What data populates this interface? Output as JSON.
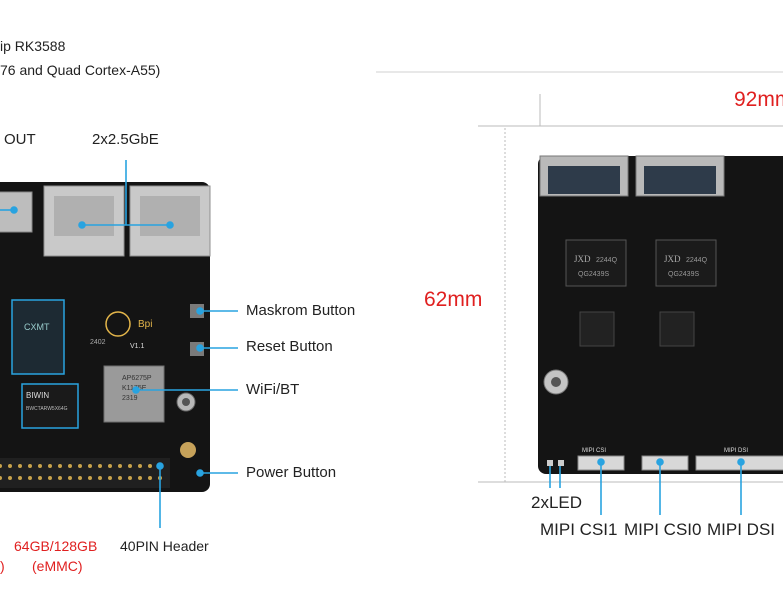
{
  "left_diagram": {
    "soc_line1": "ip RK3588",
    "soc_line2": "76 and Quad Cortex-A55)",
    "hdmi_out": "OUT",
    "lan": "2x2.5GbE",
    "maskrom": "Maskrom Button",
    "reset": "Reset Button",
    "wifi": "WiFi/BT",
    "power": "Power Button",
    "emmc_line1": "64GB/128GB",
    "emmc_line2": "(eMMC)",
    "cut_paren": ")",
    "gpio": "40PIN Header",
    "chip_marking_1": "BIWIN",
    "chip_marking_2": "BWCTARW5X64G",
    "wifi_chip_1": "AP6275P",
    "wifi_chip_2": "K1175E",
    "wifi_chip_3": "2319",
    "board_version": "V1.1",
    "board_logo": "Bpi",
    "board_number": "2402",
    "ram_chip": "CXMT"
  },
  "right_diagram": {
    "width_dim": "92mm",
    "height_dim": "62mm",
    "led": "2xLED",
    "csi1": "MIPI CSI1",
    "csi0": "MIPI CSI0",
    "dsi": "MIPI DSI",
    "jack1_line1": "JXD",
    "jack1_line2": "2244Q",
    "jack1_line3": "QG2439S",
    "jack2_line1": "JXD",
    "jack2_line2": "2244Q",
    "jack2_line3": "QG2439S",
    "mipi_csi_silk": "MIPI CSI",
    "mipi_dsi_silk": "MIPI DSI"
  },
  "colors": {
    "accent": "#29a3e0",
    "dimension_red": "#e02020",
    "board": "#141414"
  }
}
